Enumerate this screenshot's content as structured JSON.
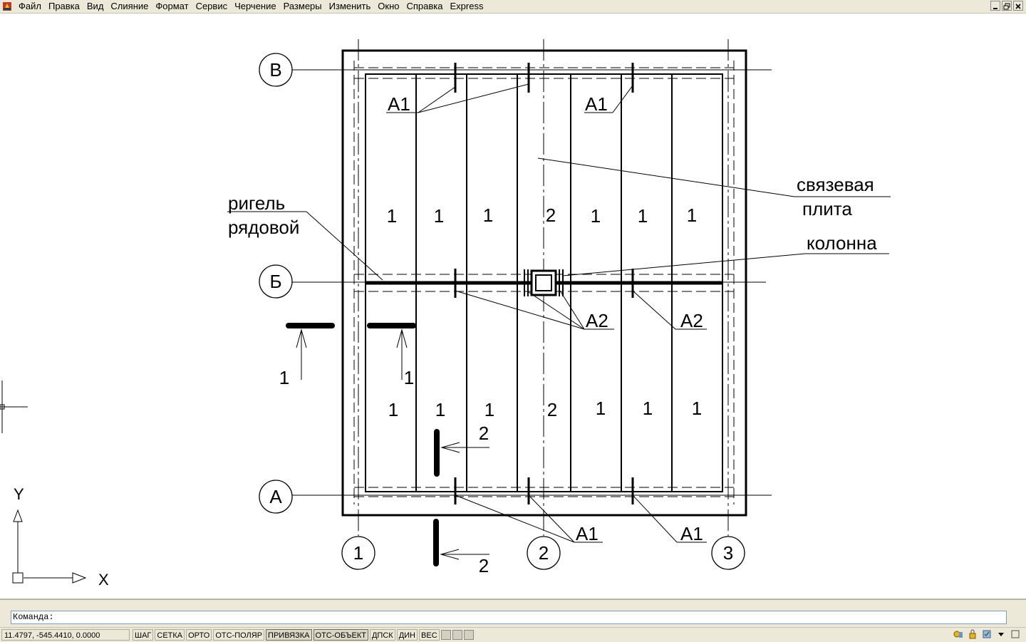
{
  "menu": [
    "Файл",
    "Правка",
    "Вид",
    "Слияние",
    "Формат",
    "Сервис",
    "Черчение",
    "Размеры",
    "Изменить",
    "Окно",
    "Справка",
    "Express"
  ],
  "drawing": {
    "axes_rows": [
      "В",
      "Б",
      "А"
    ],
    "axes_cols": [
      "1",
      "2",
      "3"
    ],
    "ucs": {
      "y": "Y",
      "x": "X"
    },
    "upper_panel_marks": [
      "1",
      "1",
      "1",
      "2",
      "1",
      "1",
      "1"
    ],
    "lower_panel_marks": [
      "1",
      "1",
      "1",
      "2",
      "1",
      "1",
      "1"
    ],
    "labels": {
      "a1_left": "А1",
      "a1_right": "А1",
      "a2_center": "А2",
      "a2_right": "А2",
      "a1_bottom_center": "А1",
      "a1_bottom_right": "А1",
      "tie_plate_line1": "связевая",
      "tie_plate_line2": "плита",
      "column": "колонна",
      "girder_line1": "ригель",
      "girder_line2": "рядовой"
    },
    "section_1": "1",
    "section_1b": "1",
    "section_2": "2",
    "section_2b": "2"
  },
  "command": {
    "prompt": "Команда:"
  },
  "status": {
    "coords": "11.4797, -545.4410, 0.0000",
    "toggles": [
      {
        "label": "ШАГ",
        "on": false
      },
      {
        "label": "СЕТКА",
        "on": false
      },
      {
        "label": "ОРТО",
        "on": false
      },
      {
        "label": "ОТС-ПОЛЯР",
        "on": false
      },
      {
        "label": "ПРИВЯЗКА",
        "on": true
      },
      {
        "label": "ОТС-ОБЪЕКТ",
        "on": true
      },
      {
        "label": "ДПСК",
        "on": false
      },
      {
        "label": "ДИН",
        "on": false
      },
      {
        "label": "ВЕС",
        "on": false
      }
    ]
  },
  "colors": {
    "chrome": "#ece9d8",
    "drawing_line": "#000000",
    "background": "#ffffff"
  }
}
